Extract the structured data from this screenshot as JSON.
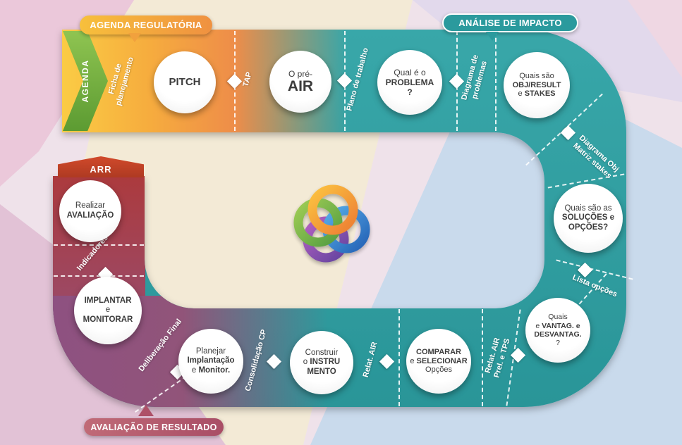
{
  "badges": {
    "agenda_regulatoria": "AGENDA REGULATÓRIA",
    "analise_de_impacto": "ANÁLISE DE IMPACTO",
    "avaliacao_de_resultado": "AVALIAÇÃO DE RESULTADO",
    "arr": "ARR",
    "agenda": "AGENDA"
  },
  "nodes": {
    "pitch": {
      "l1": "PITCH"
    },
    "pre_air": {
      "l1": "O pré-",
      "l2": "AIR"
    },
    "problema": {
      "l1": "Qual é o",
      "l2": "PROBLEMA",
      "l3": "?"
    },
    "obj_result": {
      "l1": "Quais são",
      "l2": "OBJ/RESULT",
      "l3a": "e ",
      "l3b": "STAKES"
    },
    "solucoes": {
      "l1": "Quais são as",
      "l2": "SOLUÇÕES e",
      "l3": "OPÇÕES?"
    },
    "vantagens": {
      "l1": "Quais",
      "l2a": "e ",
      "l2b": "VANTAG. e",
      "l3": "DESVANTAG.",
      "l4": "?"
    },
    "comparar": {
      "l1": "COMPARAR",
      "l2a": "e ",
      "l2b": "SELECIONAR",
      "l3": "Opções"
    },
    "construir": {
      "l1": "Construir",
      "l2a": "o ",
      "l2b": "INSTRU",
      "l3": "MENTO"
    },
    "planejar": {
      "l1": "Planejar",
      "l2": "Implantação",
      "l3a": "e ",
      "l3b": "Monitor."
    },
    "implantar": {
      "l1": "IMPLANTAR",
      "l2": "e",
      "l3": "MONITORAR"
    },
    "avaliacao": {
      "l1": "Realizar",
      "l2": "AVALIAÇÃO"
    }
  },
  "track_labels": {
    "ficha": {
      "l1": "Ficha de",
      "l2": "planejamento"
    },
    "tap": {
      "l1": "TAP"
    },
    "plano": {
      "l1": "Plano de trabalho"
    },
    "diagrama_problemas": {
      "l1": "Diagrama de",
      "l2": "problemas"
    },
    "diagrama_obj": {
      "l1": "Diagrama Obj",
      "l2": "Matriz stakes"
    },
    "lista_opcoes": {
      "l1": "Lista opções"
    },
    "relat_air_prel": {
      "l1": "Relat. AIR",
      "l2": "Prel. e TPS"
    },
    "relat_air": {
      "l1": "Relat. AIR"
    },
    "consolidacao": {
      "l1": "Consolidação CP"
    },
    "deliberacao": {
      "l1": "Deliberação Final"
    },
    "indicadores": {
      "l1": "Indicadores"
    }
  },
  "colors": {
    "teal": "#2E9C9E",
    "orange": "#F3A53C",
    "yellow": "#FACD40",
    "maroon": "#A93A3E",
    "purple": "#8E5181",
    "green_arrow": "#6FAE3E",
    "arr_red": "#C4452A",
    "result_badge": "#B65C70"
  }
}
